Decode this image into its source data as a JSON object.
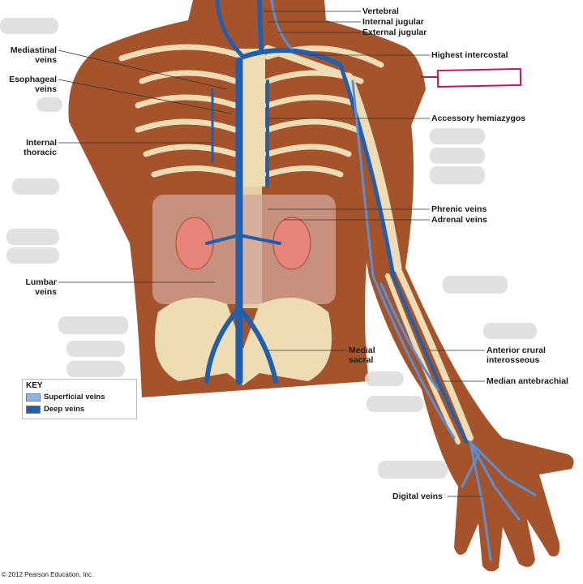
{
  "labels": {
    "vertebral": "Vertebral",
    "internal_jugular": "Internal jugular",
    "external_jugular": "External jugular",
    "highest_intercostal": "Highest intercostal",
    "accessory_hemiazygos": "Accessory hemiazygos",
    "phrenic_veins": "Phrenic veins",
    "adrenal_veins": "Adrenal veins",
    "anterior_crural_1": "Anterior crural",
    "anterior_crural_2": "interosseous",
    "median_antebrachial": "Median antebrachial",
    "digital_veins": "Digital veins",
    "medial_sacral_1": "Medial",
    "medial_sacral_2": "sacral",
    "mediastinal_1": "Mediastinal",
    "mediastinal_2": "veins",
    "esophageal_1": "Esophageal",
    "esophageal_2": "veins",
    "internal_thoracic_1": "Internal",
    "internal_thoracic_2": "thoracic",
    "lumbar_1": "Lumbar",
    "lumbar_2": "veins"
  },
  "key": {
    "title": "KEY",
    "superficial": "Superficial veins",
    "deep": "Deep veins"
  },
  "copyright": "© 2012 Pearson Education, Inc.",
  "colors": {
    "skin": "#a5532a",
    "skin_dark": "#7a3a1c",
    "bone": "#eedcb4",
    "deep_vein": "#1f5fae",
    "superficial_vein": "#5b8fd6",
    "kidney": "#e8857a",
    "highlight_box": "#c2185b"
  }
}
